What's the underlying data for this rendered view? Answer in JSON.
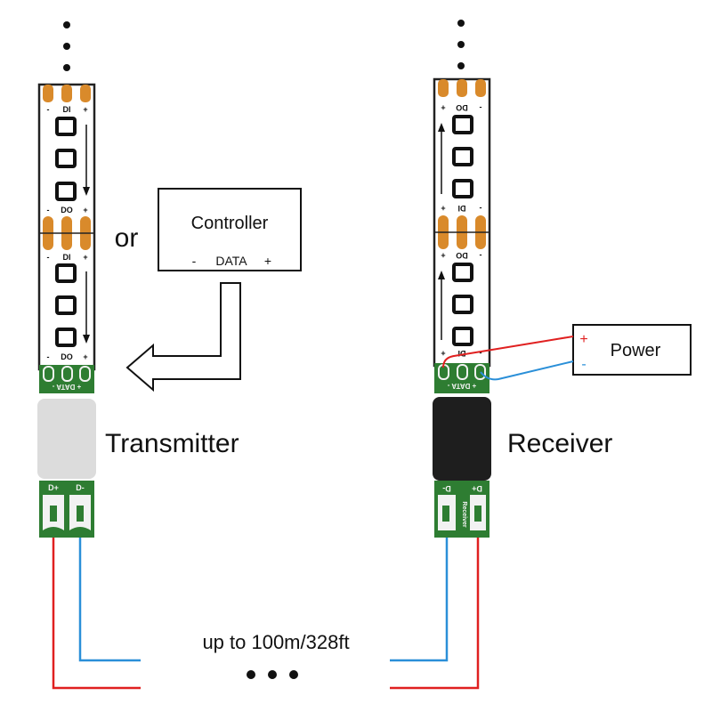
{
  "colors": {
    "strip_bg": "#ffffff",
    "strip_outline": "#222222",
    "pad": "#d98a2b",
    "pcb": "#2e7d32",
    "transmitter_body": "#dcdcdc",
    "receiver_body": "#1e1e1e",
    "wire_red": "#e02020",
    "wire_blue": "#2a8fd8",
    "text": "#111111"
  },
  "left_strip": {
    "top_labels": [
      "-",
      "DI",
      "+"
    ],
    "mid_labels": [
      "-",
      "DO",
      "+"
    ],
    "mid_labels_b": [
      "-",
      "DI",
      "+"
    ],
    "bottom_labels": [
      "-",
      "DO",
      "+"
    ],
    "pcb_label": "+ DATA -",
    "module_label": "Transmitter",
    "terminal_labels": [
      "D+",
      "D-"
    ]
  },
  "right_strip": {
    "top_labels": [
      "+",
      "DO",
      "-"
    ],
    "mid_labels": [
      "+",
      "DI",
      "-"
    ],
    "mid_labels_b": [
      "+",
      "DO",
      "-"
    ],
    "bottom_labels": [
      "+",
      "DI",
      "-"
    ],
    "pcb_label": "+ DATA -",
    "module_label": "Receiver",
    "terminal_labels": [
      "D-",
      "D+"
    ],
    "terminal_sub": "Receiver"
  },
  "or_label": "or",
  "controller": {
    "title": "Controller",
    "pins": [
      "-",
      "DATA",
      "+"
    ]
  },
  "power": {
    "title": "Power",
    "plus": "+",
    "minus": "-"
  },
  "distance_label": "up to 100m/328ft"
}
